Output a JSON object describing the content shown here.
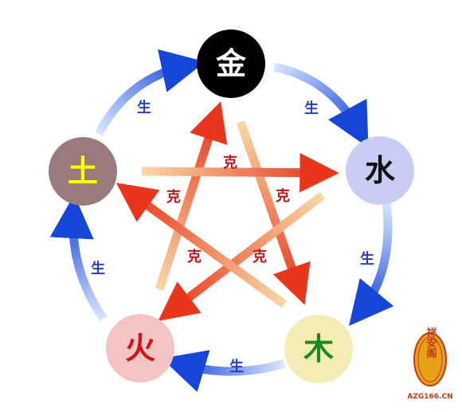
{
  "nodes": [
    {
      "id": "metal",
      "char": "金",
      "fill": "#000000",
      "text_color": "#ffffff"
    },
    {
      "id": "water",
      "char": "水",
      "fill": "#c8cdf5",
      "text_color": "#111111"
    },
    {
      "id": "wood",
      "char": "木",
      "fill": "#f5ecb4",
      "text_color": "#1f8a1f"
    },
    {
      "id": "fire",
      "char": "火",
      "fill": "#f4c4c4",
      "text_color": "#d0121b"
    },
    {
      "id": "earth",
      "char": "土",
      "fill": "#9a7a7a",
      "text_color": "#ffff00"
    }
  ],
  "generating_label": "生",
  "overcoming_label": "克",
  "colors": {
    "generate_arrow_dark": "#1646d8",
    "generate_arrow_light": "#cfe0ff",
    "generate_text": "#2a3ec8",
    "overcome_arrow_dark": "#e8361c",
    "overcome_arrow_light": "#f7c78f",
    "overcome_text": "#c0141a"
  },
  "watermark": {
    "logo_text": "祥安阁",
    "url_text": "AZG166.CN"
  }
}
